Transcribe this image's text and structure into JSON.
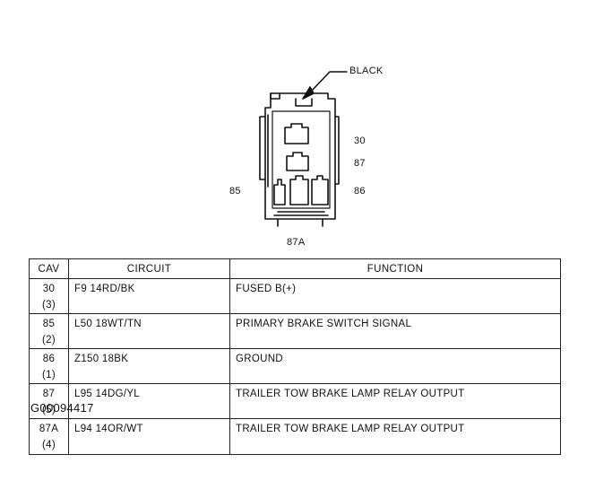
{
  "connector": {
    "callout_label": "BLACK",
    "pin_labels": {
      "p30": "30",
      "p87": "87",
      "p85": "85",
      "p86": "86",
      "p87a": "87A"
    }
  },
  "table": {
    "headers": {
      "cav": "CAV",
      "circuit": "CIRCUIT",
      "function": "FUNCTION"
    },
    "rows": [
      {
        "cav": "30 (3)",
        "circuit": "F9 14RD/BK",
        "function": "FUSED B(+)"
      },
      {
        "cav": "85 (2)",
        "circuit": "L50 18WT/TN",
        "function": "PRIMARY BRAKE SWITCH SIGNAL"
      },
      {
        "cav": "86 (1)",
        "circuit": "Z150 18BK",
        "function": "GROUND"
      },
      {
        "cav": "87 (5)",
        "circuit": "L95 14DG/YL",
        "function": "TRAILER TOW BRAKE LAMP RELAY OUTPUT"
      },
      {
        "cav": "87A\n(4)",
        "circuit": "L94 14OR/WT",
        "function": "TRAILER TOW BRAKE LAMP RELAY OUTPUT"
      }
    ]
  },
  "figure_id": "G00094417"
}
